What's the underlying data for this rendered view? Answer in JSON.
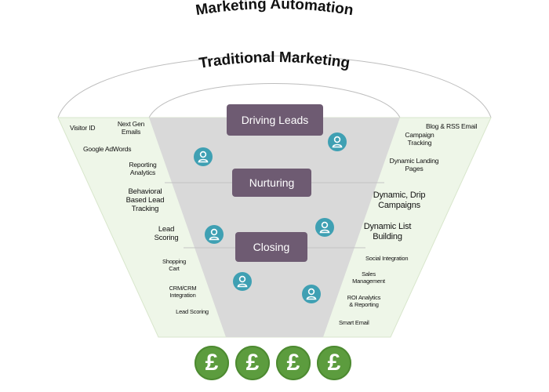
{
  "titles": {
    "outer": "Marketing Automation",
    "inner": "Traditional Marketing"
  },
  "stages": [
    {
      "label": "Driving Leads"
    },
    {
      "label": "Nurturing"
    },
    {
      "label": "Closing"
    }
  ],
  "left_labels": {
    "visitor_id": "Visitor ID",
    "next_gen_emails": "Next Gen\nEmails",
    "google_adwords": "Google AdWords",
    "reporting_analytics": "Reporting\nAnalytics",
    "behavioral_tracking": "Behavioral\nBased Lead\nTracking",
    "lead_scoring_mid": "Lead\nScoring",
    "shopping_cart": "Shopping\nCart",
    "crm_integration": "CRM/CRM\nIntegration",
    "lead_scoring_low": "Lead Scoring"
  },
  "right_labels": {
    "blog_rss": "Blog & RSS Email",
    "campaign_tracking": "Campaign\nTracking",
    "dynamic_landing": "Dynamic Landing\nPages",
    "drip_campaigns": "Dynamic, Drip\nCampaigns",
    "list_building": "Dynamic List\nBuilding",
    "social_integration": "Social Integration",
    "sales_management": "Sales\nManagement",
    "roi_analytics": "ROI Analytics\n& Reporting",
    "smart_email": "Smart Email"
  },
  "coins": [
    "£",
    "£",
    "£",
    "£"
  ],
  "colors": {
    "funnel_inner": "#d9d9d9",
    "funnel_outer": "#eef6e8",
    "stage_box": "#6e5b72",
    "person_icon": "#3fa0b3",
    "coin": "#5c9c3e"
  },
  "icons": [
    "user-icon",
    "pound-coin-icon"
  ]
}
